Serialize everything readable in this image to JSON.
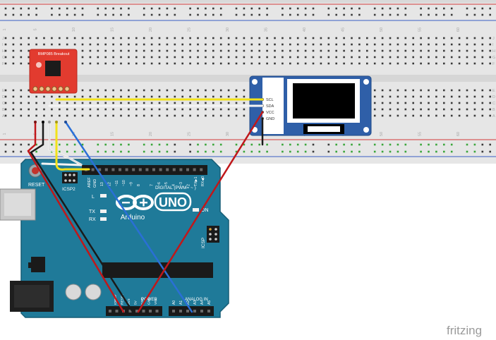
{
  "breadboard": {
    "column_numbers": [
      "1",
      "5",
      "10",
      "15",
      "20",
      "25",
      "30",
      "35",
      "40",
      "45",
      "50",
      "55",
      "60"
    ],
    "row_letters_top": [
      "J",
      "I",
      "H",
      "G",
      "F"
    ],
    "row_letters_bottom": [
      "E",
      "D",
      "C",
      "B",
      "A"
    ]
  },
  "sensor": {
    "title": "BMP085 Breakout"
  },
  "oled": {
    "pins": [
      "SCL",
      "SDA",
      "VCC",
      "GND"
    ]
  },
  "arduino": {
    "reset_label": "RESET",
    "icsp2_label": "ICSP2",
    "aref_label": "AREF",
    "gnd_label": "GND",
    "digital_pins": [
      "13",
      "12",
      "~11",
      "~10",
      "~9",
      "8",
      "7",
      "~6",
      "~5",
      "4",
      "~3",
      "2",
      "TX▶1",
      "RX◀0"
    ],
    "digital_label": "DIGITAL (PWM= ~ )",
    "led_l": "L",
    "led_tx": "TX",
    "led_rx": "RX",
    "logo_text": "UNO",
    "brand_text": "Arduino",
    "on_label": "ON",
    "icsp_label": "ICSP",
    "power_header": "POWER",
    "analog_header": "ANALOG IN",
    "power_pins": [
      "IOREF",
      "RESET",
      "3V3",
      "5V",
      "GND",
      "GND",
      "VIN"
    ],
    "analog_pins": [
      "A0",
      "A1",
      "A2",
      "A3",
      "A4",
      "A5"
    ]
  },
  "watermark": {
    "text": "fritzing"
  },
  "colors": {
    "breadboard": "#e6e6e6",
    "rail_red": "#d23a3a",
    "rail_blue": "#3b5fc4",
    "hole": "#3a3a3a",
    "hole_green": "#3aa63a",
    "sensor_board": "#e23b2f",
    "oled_board": "#2f5fa8",
    "arduino_board": "#1f7a99",
    "wire_red": "#c0171a",
    "wire_black": "#1a1a1a",
    "wire_yellow": "#f2e21a",
    "wire_white": "#f4f4f4",
    "wire_blue": "#2a6fd6",
    "watermark": "#9a9a9a"
  }
}
